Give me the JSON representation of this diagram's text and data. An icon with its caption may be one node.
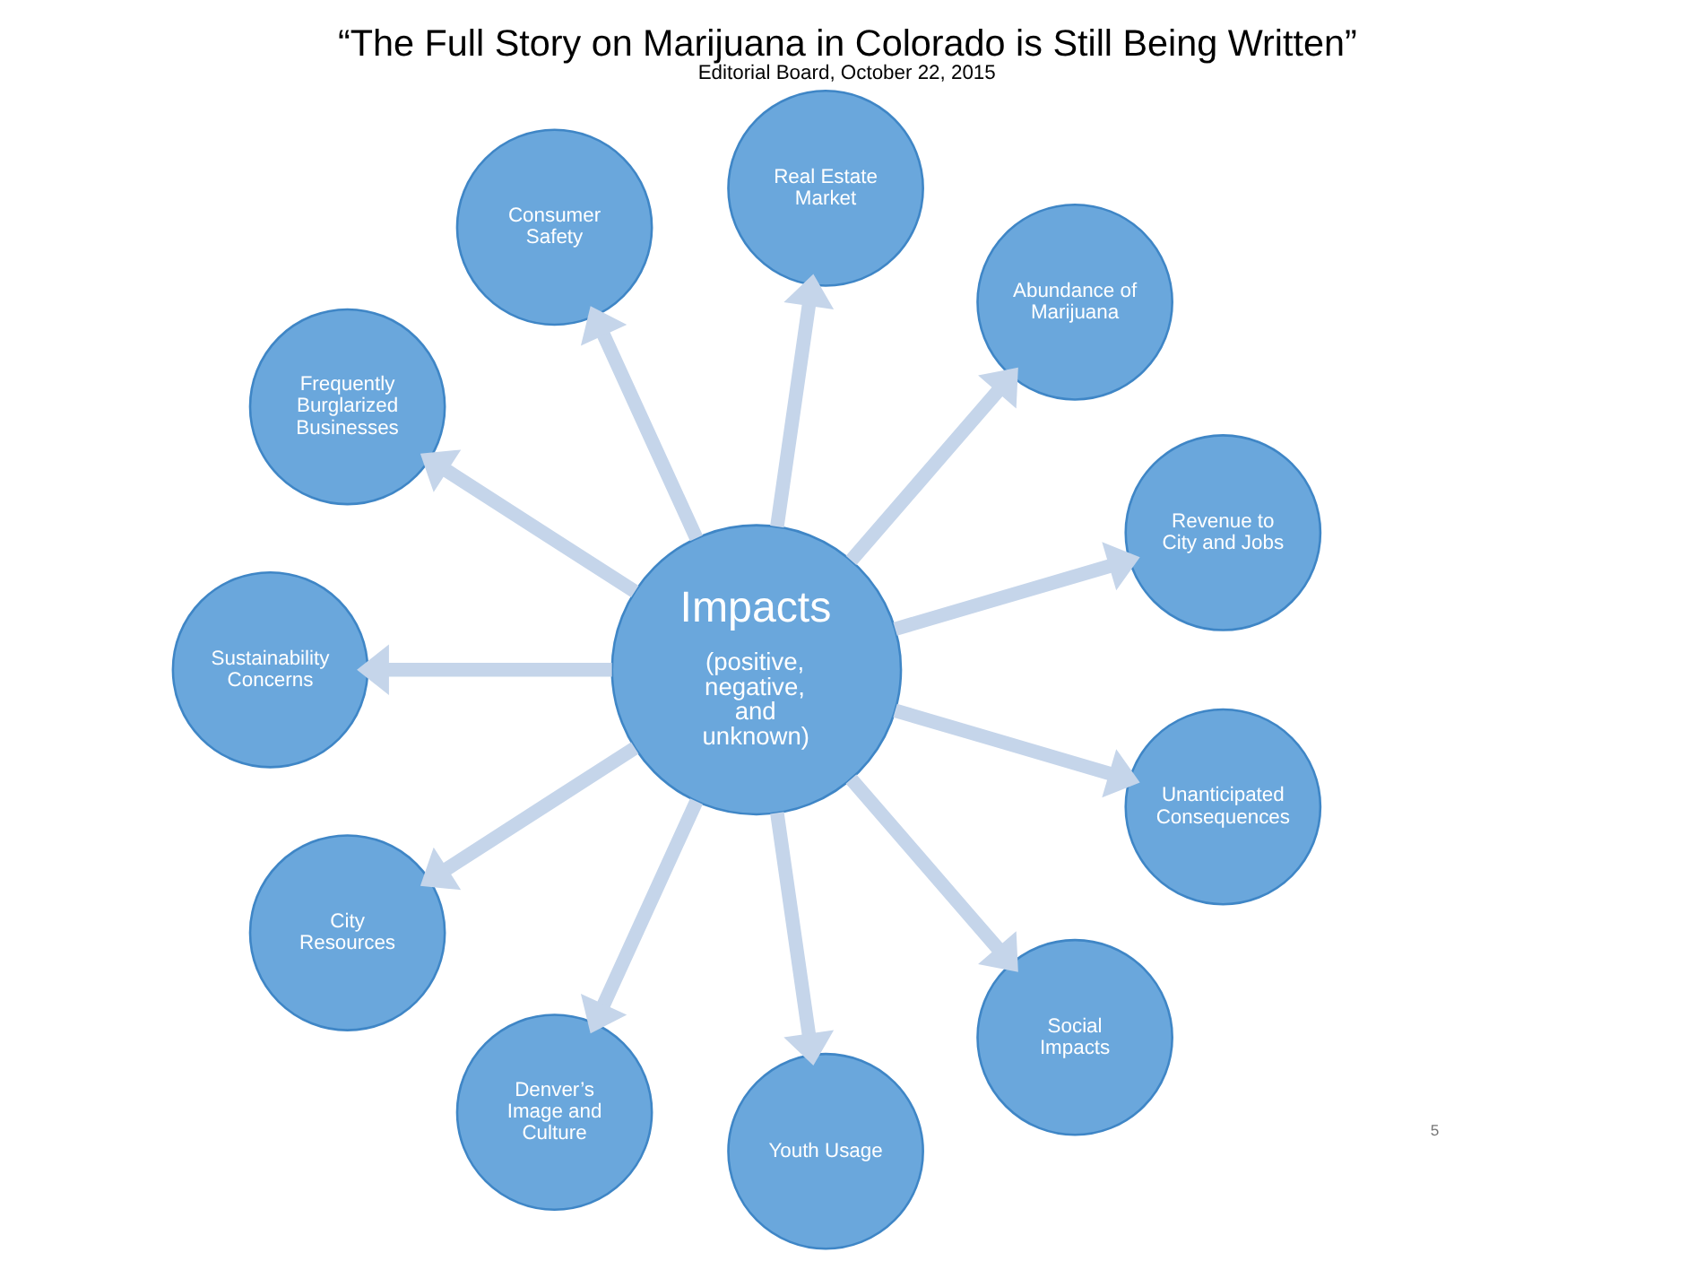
{
  "diagram": {
    "title": "“The Full Story on Marijuana in Colorado is Still Being Written”",
    "caption": "Editorial Board, October 22, 2015",
    "nodes": [
      {
        "text": [
          "Impacts",
          "(positive, negative, and unknown)"
        ]
      },
      {
        "text": [
          "Revenue to City and Jobs"
        ]
      },
      {
        "text": [
          "Abundance of Marijuana"
        ]
      },
      {
        "text": [
          "Real Estate Market"
        ]
      },
      {
        "text": [
          "Consumer Safety"
        ]
      },
      {
        "text": [
          "Frequently Burglarized Businesses"
        ]
      },
      {
        "text": [
          "Sustainability Concerns"
        ]
      },
      {
        "text": [
          "City Resources"
        ]
      },
      {
        "text": [
          "Denver’s Image and Culture"
        ]
      },
      {
        "text": [
          "Youth Usage"
        ]
      },
      {
        "text": [
          "Social Impacts"
        ]
      },
      {
        "text": [
          "Unanticipated Consequences"
        ]
      }
    ],
    "edges": [
      {
        "from": 0,
        "to": 1,
        "arrow": "to"
      },
      {
        "from": 0,
        "to": 2,
        "arrow": "to"
      },
      {
        "from": 0,
        "to": 3,
        "arrow": "to"
      },
      {
        "from": 0,
        "to": 4,
        "arrow": "to"
      },
      {
        "from": 0,
        "to": 5,
        "arrow": "to"
      },
      {
        "from": 0,
        "to": 6,
        "arrow": "to"
      },
      {
        "from": 0,
        "to": 7,
        "arrow": "to"
      },
      {
        "from": 0,
        "to": 8,
        "arrow": "to"
      },
      {
        "from": 0,
        "to": 9,
        "arrow": "to"
      },
      {
        "from": 0,
        "to": 10,
        "arrow": "to"
      },
      {
        "from": 0,
        "to": 11,
        "arrow": "to"
      }
    ],
    "labels": [
      "5"
    ]
  }
}
